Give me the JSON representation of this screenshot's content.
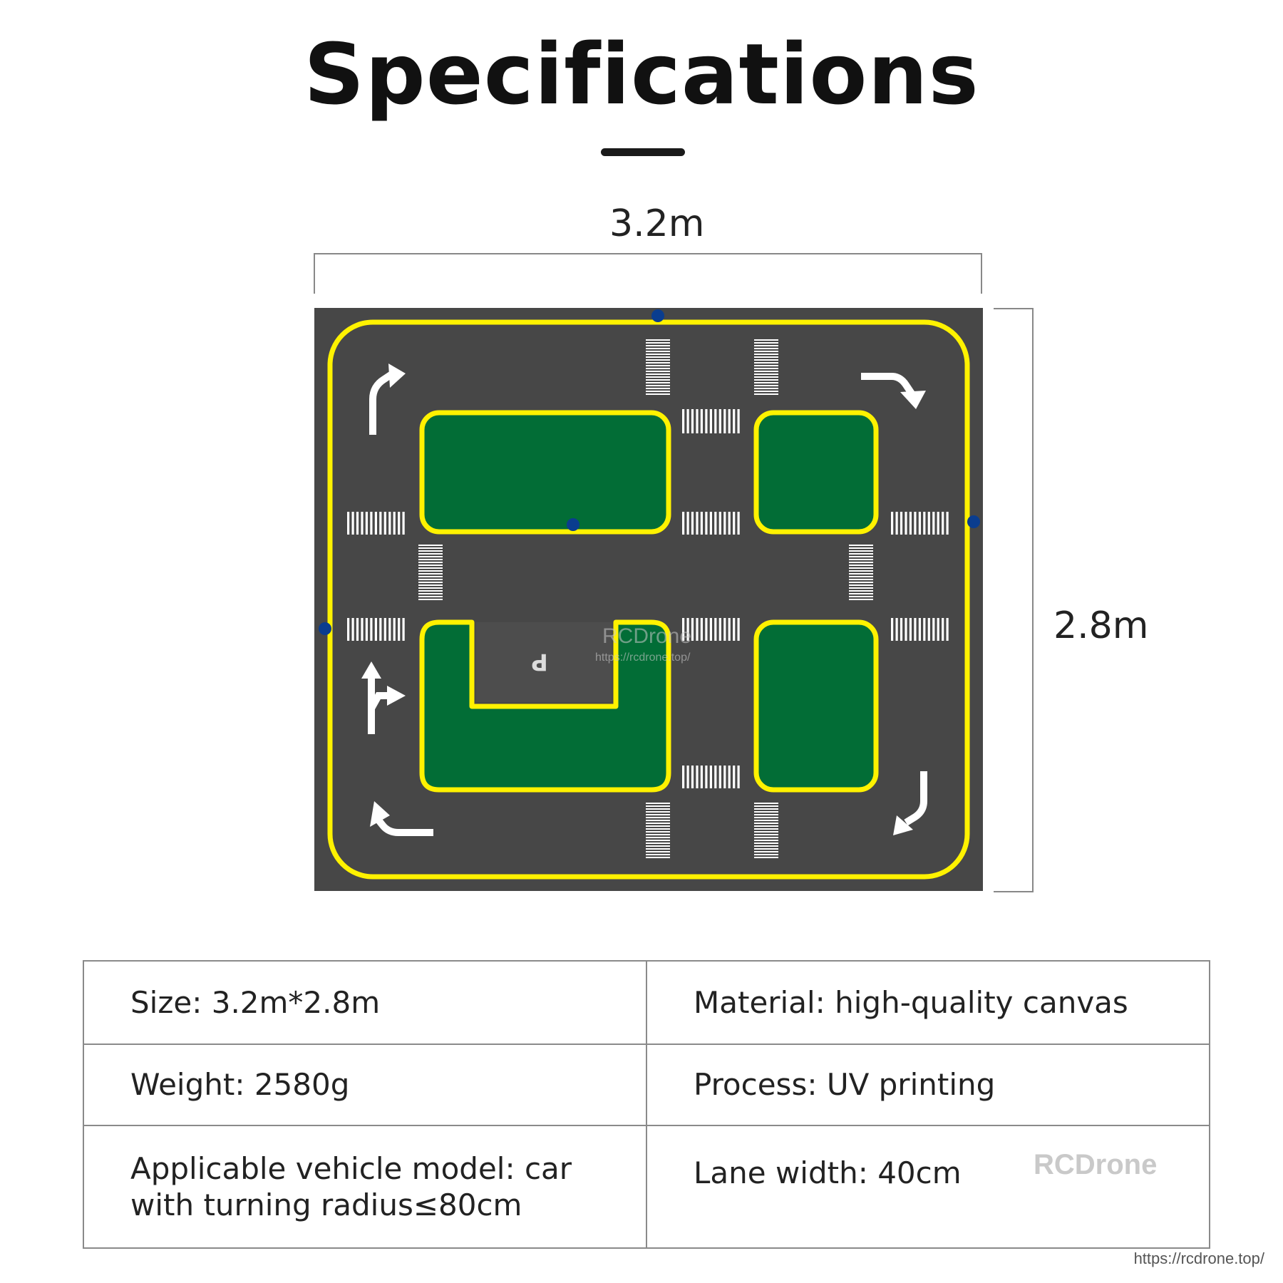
{
  "title": "Specifications",
  "dimensions": {
    "width": "3.2m",
    "height": "2.8m"
  },
  "map_watermark": {
    "brand": "RCDrone",
    "url": "https://rcdrone.top/"
  },
  "parking_letter": "P",
  "colors": {
    "asphalt": "#474747",
    "grass": "#026d36",
    "border": "#fff200",
    "marking": "#ffffff",
    "dot": "#0a3d8f"
  },
  "specs": [
    [
      "Size: 3.2m*2.8m",
      "Material: high-quality canvas"
    ],
    [
      "Weight: 2580g",
      "Process: UV printing"
    ],
    [
      "Applicable vehicle model: car with turning radius≤80cm",
      "Lane width: 40cm"
    ]
  ],
  "table_watermark": "RCDrone",
  "footer_url": "https://rcdrone.top/"
}
